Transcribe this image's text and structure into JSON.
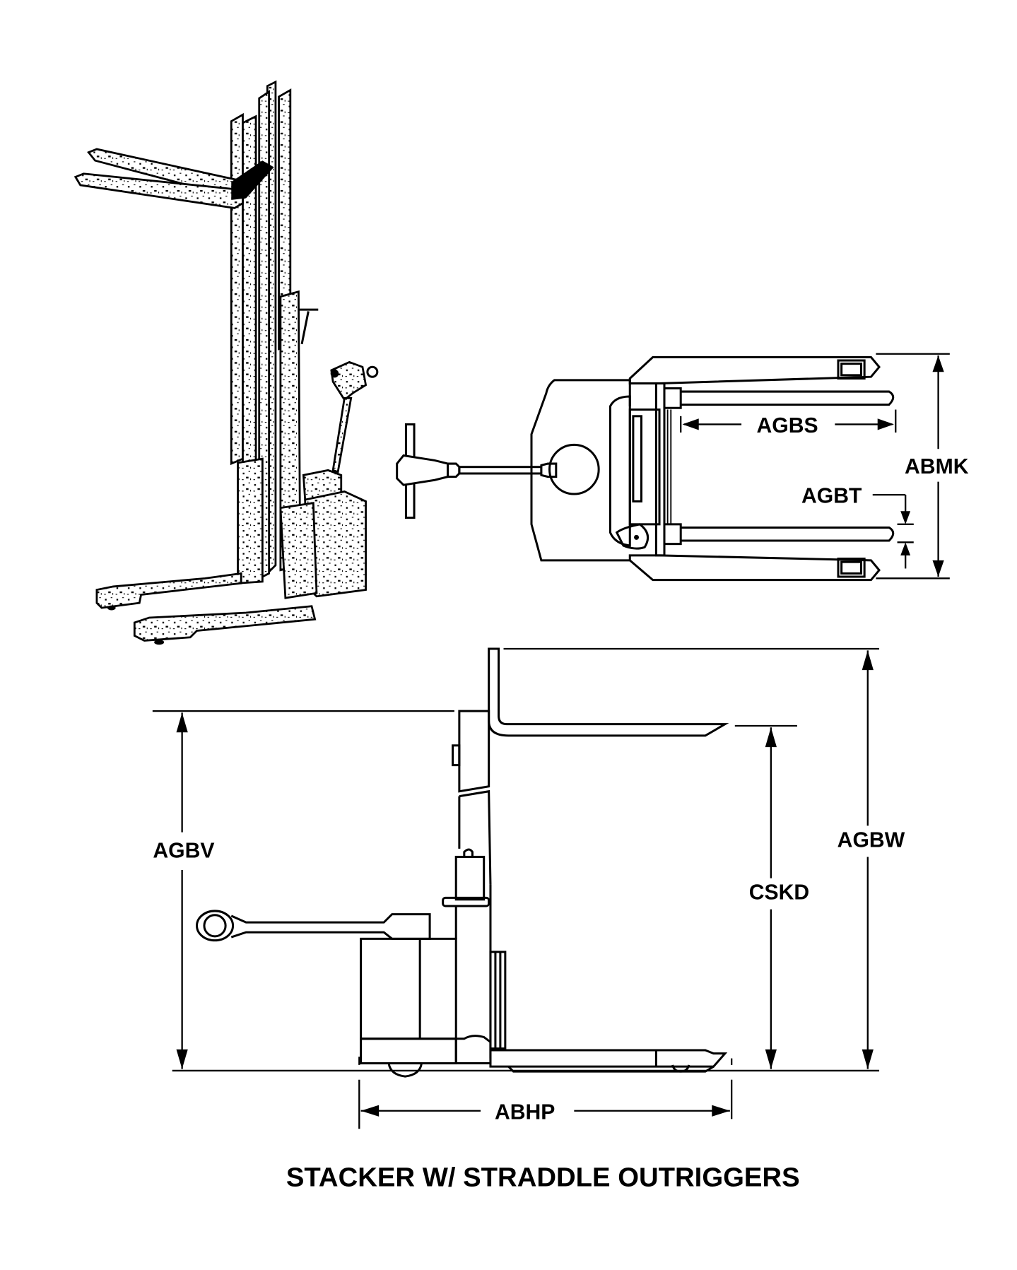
{
  "figure": {
    "title": "STACKER W/ STRADDLE OUTRIGGERS",
    "views": [
      {
        "name": "isometric-view",
        "description": "Perspective illustration of walkie stacker with raised forks"
      },
      {
        "name": "top-view",
        "description": "Plan view showing fork and outrigger spacing"
      },
      {
        "name": "side-view",
        "description": "Elevation view showing heights and overall length"
      }
    ]
  },
  "dimensions": {
    "agbs": "AGBS",
    "abmk": "ABMK",
    "agbt": "AGBT",
    "agbv": "AGBV",
    "cskd": "CSKD",
    "agbw": "AGBW",
    "abhp": "ABHP"
  },
  "colors": {
    "ink": "#000000",
    "paper": "#ffffff"
  }
}
